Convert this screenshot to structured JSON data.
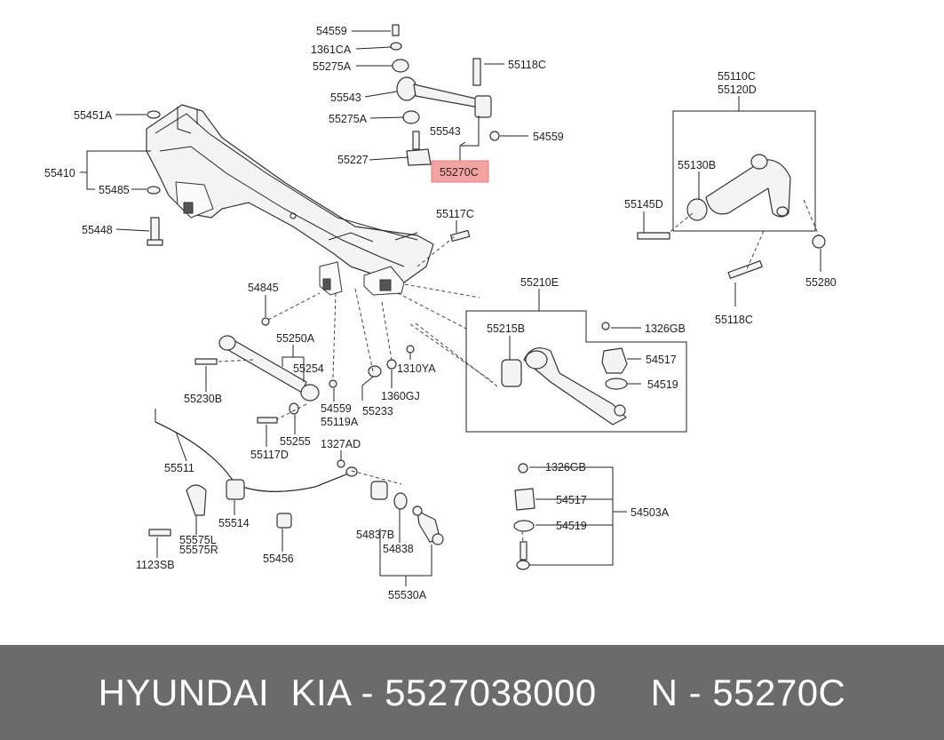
{
  "parts": {
    "p54559_top": "54559",
    "p1361CA": "1361CA",
    "p55275A_top": "55275A",
    "p55118C_top": "55118C",
    "p55543_top": "55543",
    "p55275A_mid": "55275A",
    "p55543_mid": "55543",
    "p54559_mid": "54559",
    "p55227": "55227",
    "p55270C": "55270C",
    "p55451A": "55451A",
    "p55410": "55410",
    "p55485": "55485",
    "p55448": "55448",
    "p55117C": "55117C",
    "p55110C": "55110C",
    "p55120D": "55120D",
    "p55130B": "55130B",
    "p55145D": "55145D",
    "p55280": "55280",
    "p55118C_bot": "55118C",
    "p54845": "54845",
    "p55210E": "55210E",
    "p1326GB_top": "1326GB",
    "p55215B": "55215B",
    "p54517_top": "54517",
    "p54519_top": "54519",
    "p55250A": "55250A",
    "p55254": "55254",
    "p55230B": "55230B",
    "p54559_low": "54559",
    "p55119A": "55119A",
    "p55233": "55233",
    "p1360GJ": "1360GJ",
    "p1310YA": "1310YA",
    "p55255": "55255",
    "p55117D": "55117D",
    "p1327AD": "1327AD",
    "p55511": "55511",
    "p1326GB_bot": "1326GB",
    "p54517_bot": "54517",
    "p54503A": "54503A",
    "p54519_bot": "54519",
    "p55514": "55514",
    "p55575L": "55575L",
    "p55575R": "55575R",
    "p1123SB": "1123SB",
    "p55456": "55456",
    "p54837B": "54837B",
    "p54838": "54838",
    "p55530A": "55530A"
  },
  "highlight_color": "#f4a3a3",
  "footer": {
    "brand": "HYUNDAI  KIA - 5527038000     N - 55270C"
  }
}
